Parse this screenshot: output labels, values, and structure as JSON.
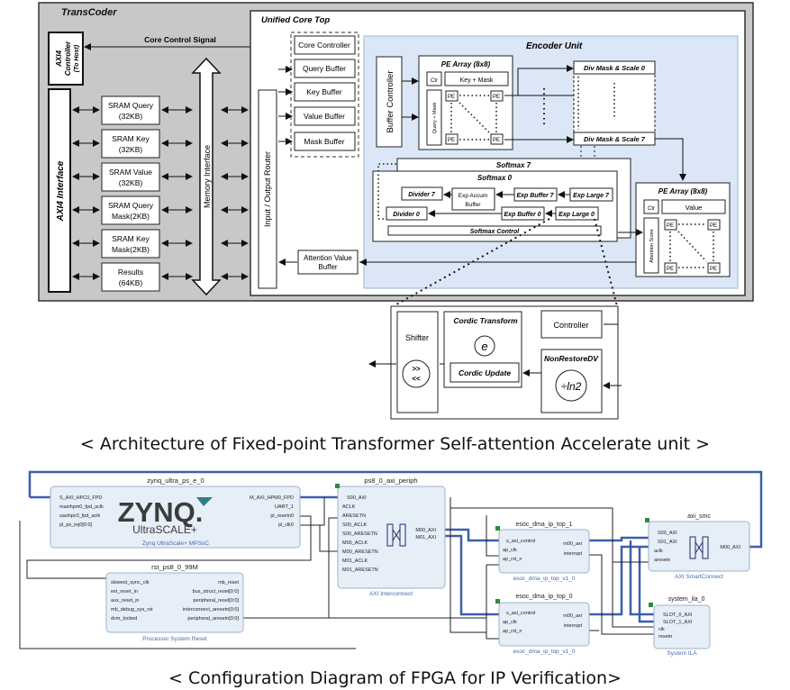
{
  "arch": {
    "transcoder": "TransCoder",
    "axi4_controller": [
      "AXI4",
      "Controller",
      "(To Host)"
    ],
    "axi4_interface": "AXI4 Interface",
    "core_control_signal": "Core Control Signal",
    "sram": [
      [
        "SRAM Query",
        "(32KB)"
      ],
      [
        "SRAM Key",
        "(32KB)"
      ],
      [
        "SRAM Value",
        "(32KB)"
      ],
      [
        "SRAM Query",
        "Mask(2KB)"
      ],
      [
        "SRAM Key",
        "Mask(2KB)"
      ],
      [
        "Results",
        "(64KB)"
      ]
    ],
    "memory_interface": "Memory Interface",
    "unified_core_top": "Unified Core Top",
    "io_router": "Input / Output Router",
    "core_blocks": [
      "Core Controller",
      "Query Buffer",
      "Key Buffer",
      "Value Buffer",
      "Mask Buffer"
    ],
    "attention_value_buffer": [
      "Attention Value",
      "Buffer"
    ],
    "encoder_unit": "Encoder Unit",
    "buffer_controller": "Buffer Controller",
    "pe_array": "PE Array (8x8)",
    "ctr": "Ctr",
    "key_mask": "Key + Mask",
    "query_mask": "Query + Mask",
    "pe": "PE",
    "div_mask_0": "Div Mask & Scale 0",
    "div_mask_7": "Div Mask & Scale 7",
    "softmax_7": "Softmax 7",
    "softmax_0": "Softmax 0",
    "divider_7": "Divider 7",
    "divider_0": "Divider 0",
    "exp_accum": [
      "Exp Accum",
      "Buffer"
    ],
    "exp_buffer_7": "Exp Buffer 7",
    "exp_buffer_0": "Exp Buffer 0",
    "exp_large_7": "Exp Large 7",
    "exp_large_0": "Exp Large 0",
    "softmax_control": "Softmax Control",
    "pe_array2": "PE Array (8x8)",
    "value": "Value",
    "attention_score": "Attention Score",
    "shifter": "Shifter",
    "shift_symbol": [
      ">>",
      "<<"
    ],
    "cordic_transform": "Cordic Transform",
    "e_symbol": "e",
    "cordic_update": "Cordic Update",
    "controller": "Controller",
    "nonrestore": "NonRestoreDV",
    "div_ln2": "÷ln2"
  },
  "caption1": "< Architecture of Fixed-point Transformer Self-attention Accelerate unit >",
  "fpga": {
    "zynq_title": "zynq_ultra_ps_e_0",
    "zynq_logo": "ZYNQ.",
    "zynq_logo_sub": "UltraSCALE+",
    "zynq_sub": "Zynq UltraScale+ MPSoC",
    "zynq_left_ports": [
      "S_AXI_HPC0_FPD",
      "maxihpm0_fpd_aclk",
      "saxihpc0_fpd_aclk",
      "pl_ps_irq0[0:0]"
    ],
    "zynq_right_ports": [
      "M_AXI_HPM0_FPD",
      "UART_1",
      "pl_resetn0",
      "pl_clk0"
    ],
    "rst_title": "rst_ps8_0_99M",
    "rst_sub": "Processor System Reset",
    "rst_left_ports": [
      "slowest_sync_clk",
      "ext_reset_in",
      "aux_reset_in",
      "mb_debug_sys_rst",
      "dcm_locked"
    ],
    "rst_right_ports": [
      "mb_reset",
      "bus_struct_reset[0:0]",
      "peripheral_reset[0:0]",
      "interconnect_aresetn[0:0]",
      "peripheral_aresetn[0:0]"
    ],
    "periph_title": "ps8_0_axi_periph",
    "periph_sub": "AXI Interconnect",
    "periph_left_ports": [
      "S00_AXI",
      "ACLK",
      "ARESETN",
      "S00_ACLK",
      "S00_ARESETN",
      "M00_ACLK",
      "M00_ARESETN",
      "M01_ACLK",
      "M01_ARESETN"
    ],
    "periph_right_ports": [
      "M00_AXI",
      "M01_AXI"
    ],
    "dma1_title": "esoc_dma_ip_top_1",
    "dma1_sub": "esoc_dma_ip_top_v1_0",
    "dma0_title": "esoc_dma_ip_top_0",
    "dma0_sub": "esoc_dma_ip_top_v1_0",
    "dma_left_ports": [
      "s_axi_control",
      "ap_clk",
      "ap_rst_n"
    ],
    "dma_right_ports": [
      "m00_axi",
      "interrupt"
    ],
    "smc_title": "axi_smc",
    "smc_sub": "AXI SmartConnect",
    "smc_left_ports": [
      "S00_AXI",
      "S01_AXI",
      "aclk",
      "aresetn"
    ],
    "smc_right_ports": [
      "M00_AXI"
    ],
    "ila_title": "system_ila_0",
    "ila_sub": "System ILA",
    "ila_left_ports": [
      "SLOT_0_AXI",
      "SLOT_1_AXI",
      "clk",
      "resetn"
    ]
  },
  "caption2": "< Configuration Diagram of FPGA for IP Verification>"
}
